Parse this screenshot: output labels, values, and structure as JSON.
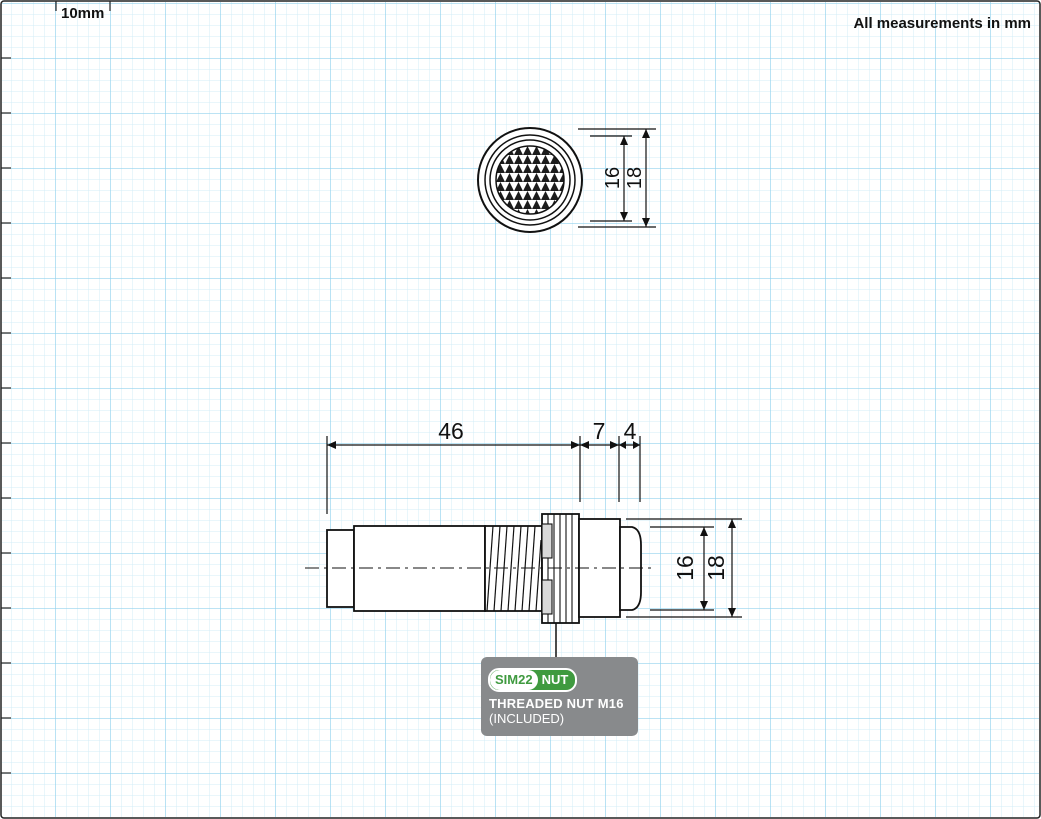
{
  "header": {
    "scale_label": "10mm",
    "units_note": "All measurements in mm"
  },
  "front_view": {
    "inner_diameter": "16",
    "outer_diameter": "18"
  },
  "side_view": {
    "body_length": "46",
    "nut_length": "7",
    "lens_length": "4",
    "inner_diameter": "16",
    "outer_diameter": "18"
  },
  "nut_label": {
    "badge_left": "SIM22",
    "badge_right": "NUT",
    "title": "THREADED NUT M16",
    "subtitle": "(INCLUDED)"
  },
  "colors": {
    "grid_minor": "#cde9f5",
    "grid_major": "#8fd0ec",
    "line": "#111111",
    "card": "#888a8c",
    "badge": "#3f9a3f"
  }
}
